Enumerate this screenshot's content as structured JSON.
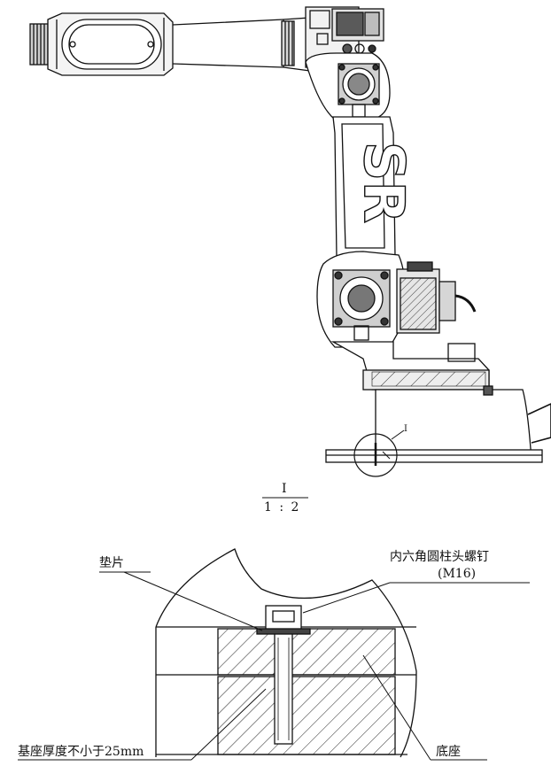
{
  "robot": {
    "logo_text": "SR"
  },
  "detail_marker": {
    "callout": "I",
    "scale_title": "I",
    "scale": "1 : 2"
  },
  "labels": {
    "washer": "垫片",
    "screw_line1": "内六角圆柱头螺钉",
    "screw_line2": "(M16)",
    "thickness": "基座厚度不小于25mm",
    "base": "底座"
  }
}
